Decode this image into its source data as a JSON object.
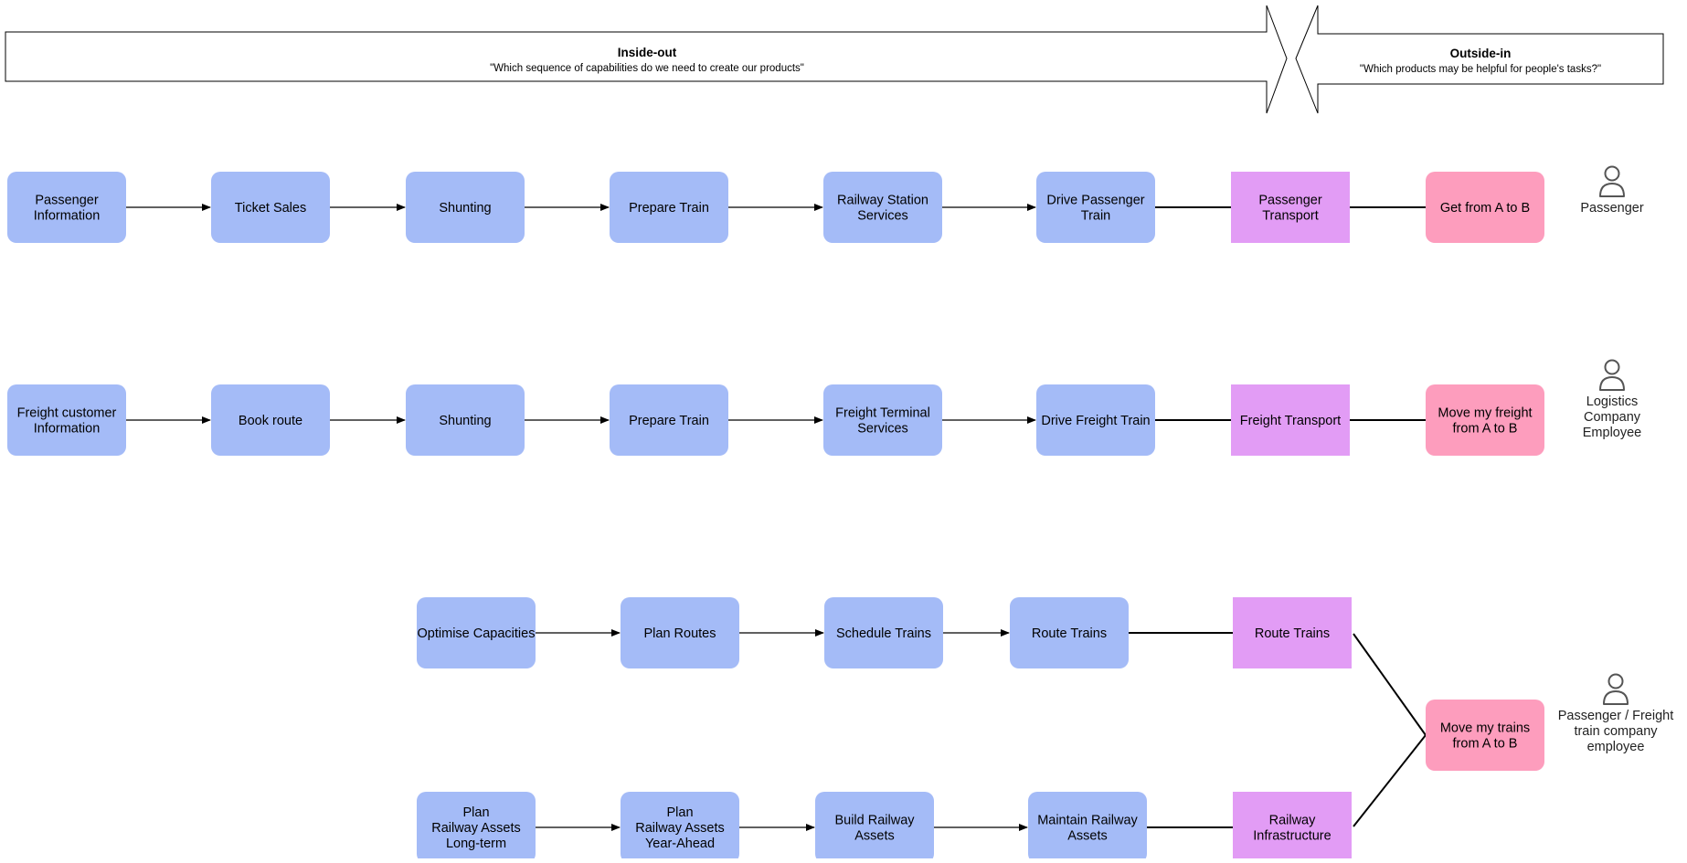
{
  "banner": {
    "inside_out": {
      "title": "Inside-out",
      "subtitle": "\"Which sequence of capabilities do we need to create our products\""
    },
    "outside_in": {
      "title": "Outside-in",
      "subtitle": "\"Which products may be helpful for people's tasks?\""
    }
  },
  "colors": {
    "capability": "#a4bbf7",
    "product": "#e29cf5",
    "need": "#fd9dbd",
    "actor_icon": "#555555",
    "line": "#000000"
  },
  "nodes": [
    {
      "id": "n1",
      "kind": "capability",
      "lines": [
        "Passenger",
        "Information"
      ]
    },
    {
      "id": "n2",
      "kind": "capability",
      "lines": [
        "Ticket Sales"
      ]
    },
    {
      "id": "n3",
      "kind": "capability",
      "lines": [
        "Shunting"
      ]
    },
    {
      "id": "n4",
      "kind": "capability",
      "lines": [
        "Prepare Train"
      ]
    },
    {
      "id": "n5",
      "kind": "capability",
      "lines": [
        "Railway Station",
        "Services"
      ]
    },
    {
      "id": "n6",
      "kind": "capability",
      "lines": [
        "Drive Passenger",
        "Train"
      ]
    },
    {
      "id": "n7",
      "kind": "product",
      "lines": [
        "Passenger",
        "Transport"
      ]
    },
    {
      "id": "n8",
      "kind": "need",
      "lines": [
        "Get from A to B"
      ]
    },
    {
      "id": "f1",
      "kind": "capability",
      "lines": [
        "Freight customer",
        "Information"
      ]
    },
    {
      "id": "f2",
      "kind": "capability",
      "lines": [
        "Book route"
      ]
    },
    {
      "id": "f3",
      "kind": "capability",
      "lines": [
        "Shunting"
      ]
    },
    {
      "id": "f4",
      "kind": "capability",
      "lines": [
        "Prepare Train"
      ]
    },
    {
      "id": "f5",
      "kind": "capability",
      "lines": [
        "Freight Terminal",
        "Services"
      ]
    },
    {
      "id": "f6",
      "kind": "capability",
      "lines": [
        "Drive Freight Train"
      ]
    },
    {
      "id": "f7",
      "kind": "product",
      "lines": [
        "Freight Transport"
      ]
    },
    {
      "id": "f8",
      "kind": "need",
      "lines": [
        "Move my freight",
        "from A to B"
      ]
    },
    {
      "id": "r1",
      "kind": "capability",
      "lines": [
        "Optimise Capacities"
      ]
    },
    {
      "id": "r2",
      "kind": "capability",
      "lines": [
        "Plan Routes"
      ]
    },
    {
      "id": "r3",
      "kind": "capability",
      "lines": [
        "Schedule Trains"
      ]
    },
    {
      "id": "r4",
      "kind": "capability",
      "lines": [
        "Route Trains"
      ]
    },
    {
      "id": "r5",
      "kind": "product",
      "lines": [
        "Route Trains"
      ]
    },
    {
      "id": "a1",
      "kind": "capability",
      "lines": [
        "Plan",
        "Railway Assets",
        "Long-term"
      ]
    },
    {
      "id": "a2",
      "kind": "capability",
      "lines": [
        "Plan",
        "Railway Assets",
        "Year-Ahead"
      ]
    },
    {
      "id": "a3",
      "kind": "capability",
      "lines": [
        "Build Railway",
        "Assets"
      ]
    },
    {
      "id": "a4",
      "kind": "capability",
      "lines": [
        "Maintain Railway",
        "Assets"
      ]
    },
    {
      "id": "a5",
      "kind": "product",
      "lines": [
        "Railway",
        "Infrastructure"
      ]
    },
    {
      "id": "m1",
      "kind": "need",
      "lines": [
        "Move my trains",
        "from A to B"
      ]
    }
  ],
  "edges": [
    {
      "from": "n1",
      "to": "n2",
      "arrow": true
    },
    {
      "from": "n2",
      "to": "n3",
      "arrow": true
    },
    {
      "from": "n3",
      "to": "n4",
      "arrow": true
    },
    {
      "from": "n4",
      "to": "n5",
      "arrow": true
    },
    {
      "from": "n5",
      "to": "n6",
      "arrow": true
    },
    {
      "from": "n6",
      "to": "n7",
      "arrow": false
    },
    {
      "from": "n7",
      "to": "n8",
      "arrow": false
    },
    {
      "from": "f1",
      "to": "f2",
      "arrow": true
    },
    {
      "from": "f2",
      "to": "f3",
      "arrow": true
    },
    {
      "from": "f3",
      "to": "f4",
      "arrow": true
    },
    {
      "from": "f4",
      "to": "f5",
      "arrow": true
    },
    {
      "from": "f5",
      "to": "f6",
      "arrow": true
    },
    {
      "from": "f6",
      "to": "f7",
      "arrow": false
    },
    {
      "from": "f7",
      "to": "f8",
      "arrow": false
    },
    {
      "from": "r1",
      "to": "r2",
      "arrow": true
    },
    {
      "from": "r2",
      "to": "r3",
      "arrow": true
    },
    {
      "from": "r3",
      "to": "r4",
      "arrow": true
    },
    {
      "from": "r4",
      "to": "r5",
      "arrow": false
    },
    {
      "from": "a1",
      "to": "a2",
      "arrow": true
    },
    {
      "from": "a2",
      "to": "a3",
      "arrow": true
    },
    {
      "from": "a3",
      "to": "a4",
      "arrow": true
    },
    {
      "from": "a4",
      "to": "a5",
      "arrow": false
    },
    {
      "from": "r5",
      "to": "m1",
      "arrow": false
    },
    {
      "from": "a5",
      "to": "m1",
      "arrow": false
    }
  ],
  "actors": [
    {
      "id": "passenger",
      "icon": "person-icon",
      "lines": [
        "Passenger"
      ]
    },
    {
      "id": "logistics",
      "icon": "person-icon",
      "lines": [
        "Logistics",
        "Company",
        "Employee"
      ]
    },
    {
      "id": "train-company",
      "icon": "person-icon",
      "lines": [
        "Passenger / Freight",
        "train company",
        "employee"
      ]
    }
  ]
}
